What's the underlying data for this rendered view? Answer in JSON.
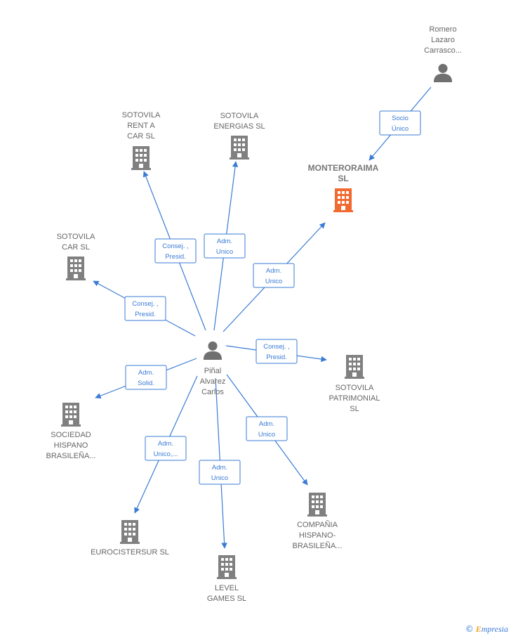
{
  "colors": {
    "edge": "#3a7bd5",
    "company": "#808080",
    "highlight": "#f26a30",
    "person": "#707070"
  },
  "nodes": [
    {
      "id": "pinal",
      "type": "person",
      "icon": "person-icon",
      "label": [
        "Piñal",
        "Alvarez",
        "Carlos"
      ]
    },
    {
      "id": "romero",
      "type": "person",
      "icon": "person-icon",
      "label": [
        "Romero",
        "Lazaro",
        "Carrasco..."
      ]
    },
    {
      "id": "monteroraima",
      "type": "company",
      "highlight": true,
      "icon": "building-icon",
      "label": [
        "MONTERORAIMA",
        "SL"
      ]
    },
    {
      "id": "rentacar",
      "type": "company",
      "icon": "building-icon",
      "label": [
        "SOTOVILA",
        "RENT A",
        "CAR  SL"
      ]
    },
    {
      "id": "energias",
      "type": "company",
      "icon": "building-icon",
      "label": [
        "SOTOVILA",
        "ENERGIAS SL"
      ]
    },
    {
      "id": "car",
      "type": "company",
      "icon": "building-icon",
      "label": [
        "SOTOVILA",
        "CAR  SL"
      ]
    },
    {
      "id": "patrimonial",
      "type": "company",
      "icon": "building-icon",
      "label": [
        "SOTOVILA",
        "PATRIMONIAL",
        "SL"
      ]
    },
    {
      "id": "sociedad",
      "type": "company",
      "icon": "building-icon",
      "label": [
        "SOCIEDAD",
        "HISPANO",
        "BRASILEÑA..."
      ]
    },
    {
      "id": "eurocistersur",
      "type": "company",
      "icon": "building-icon",
      "label": [
        "EUROCISTERSUR SL"
      ]
    },
    {
      "id": "level",
      "type": "company",
      "icon": "building-icon",
      "label": [
        "LEVEL",
        "GAMES  SL"
      ]
    },
    {
      "id": "compania",
      "type": "company",
      "icon": "building-icon",
      "label": [
        "COMPAÑIA",
        "HISPANO-",
        "BRASILEÑA..."
      ]
    }
  ],
  "edges": [
    {
      "from": "romero",
      "to": "monteroraima",
      "label": [
        "Socio",
        "Único"
      ]
    },
    {
      "from": "pinal",
      "to": "rentacar",
      "label": [
        "Consej. ,",
        "Presid."
      ]
    },
    {
      "from": "pinal",
      "to": "energias",
      "label": [
        "Adm.",
        "Unico"
      ]
    },
    {
      "from": "pinal",
      "to": "monteroraima",
      "label": [
        "Adm.",
        "Unico"
      ]
    },
    {
      "from": "pinal",
      "to": "car",
      "label": [
        "Consej. ,",
        "Presid."
      ]
    },
    {
      "from": "pinal",
      "to": "patrimonial",
      "label": [
        "Consej. ,",
        "Presid."
      ]
    },
    {
      "from": "pinal",
      "to": "sociedad",
      "label": [
        "Adm.",
        "Solid."
      ]
    },
    {
      "from": "pinal",
      "to": "eurocistersur",
      "label": [
        "Adm.",
        "Unico,..."
      ]
    },
    {
      "from": "pinal",
      "to": "level",
      "label": [
        "Adm.",
        "Unico"
      ]
    },
    {
      "from": "pinal",
      "to": "compania",
      "label": [
        "Adm.",
        "Unico"
      ]
    }
  ],
  "footer": {
    "copyright": "©",
    "brand_first": "E",
    "brand_rest": "mpresia"
  }
}
